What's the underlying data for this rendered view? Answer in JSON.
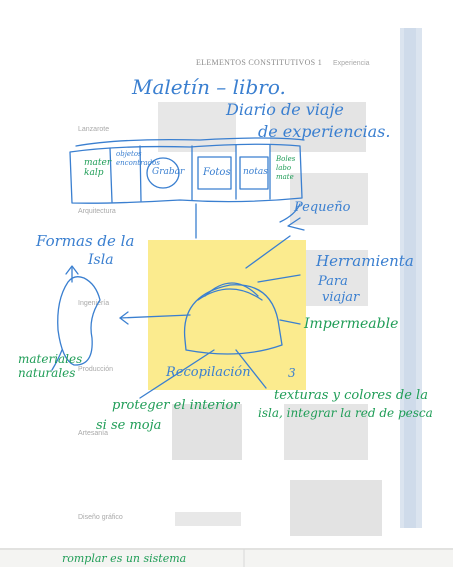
{
  "background_page": {
    "header": "ELEMENTOS CONSTITUTIVOS 1",
    "header_small": "Experiencia",
    "side_labels": [
      "Lanzarote",
      "Arquitectura",
      "Ingeniería",
      "Producción",
      "Artesanía",
      "Diseño gráfico"
    ]
  },
  "sketch": {
    "title_line1": "Maletín – libro.",
    "title_line2": "Diario de viaje",
    "title_line3": "de experiencias.",
    "compartments": {
      "c1": "mater\nkalp",
      "c2": "objetos\nencontrados",
      "c3": "Grabar",
      "c4": "Fotos",
      "c5": "notas",
      "c6": "Boles\nlabo\nmate"
    },
    "label_pequeno": "Pequeño",
    "label_formas": "Formas de la",
    "label_isla": "Isla",
    "label_materiales": "materiales\nnaturales",
    "label_herramienta": "Herramienta",
    "label_para": "Para",
    "label_viajar": "viajar",
    "label_impermeable": "Impermeable",
    "label_recopilacion": "Recopilación",
    "label_number": "3",
    "label_texturas": "texturas y colores de la",
    "label_isla_integrar": "isla, integrar la red de pesca",
    "label_proteger": "proteger el interior",
    "label_mojar": "si se moja",
    "bottom_note": "romplar es un sistema"
  },
  "colors": {
    "blue_ink": "#3a7fd0",
    "green_ink": "#1f9d57",
    "sticky_note": "#fbeb8e"
  }
}
